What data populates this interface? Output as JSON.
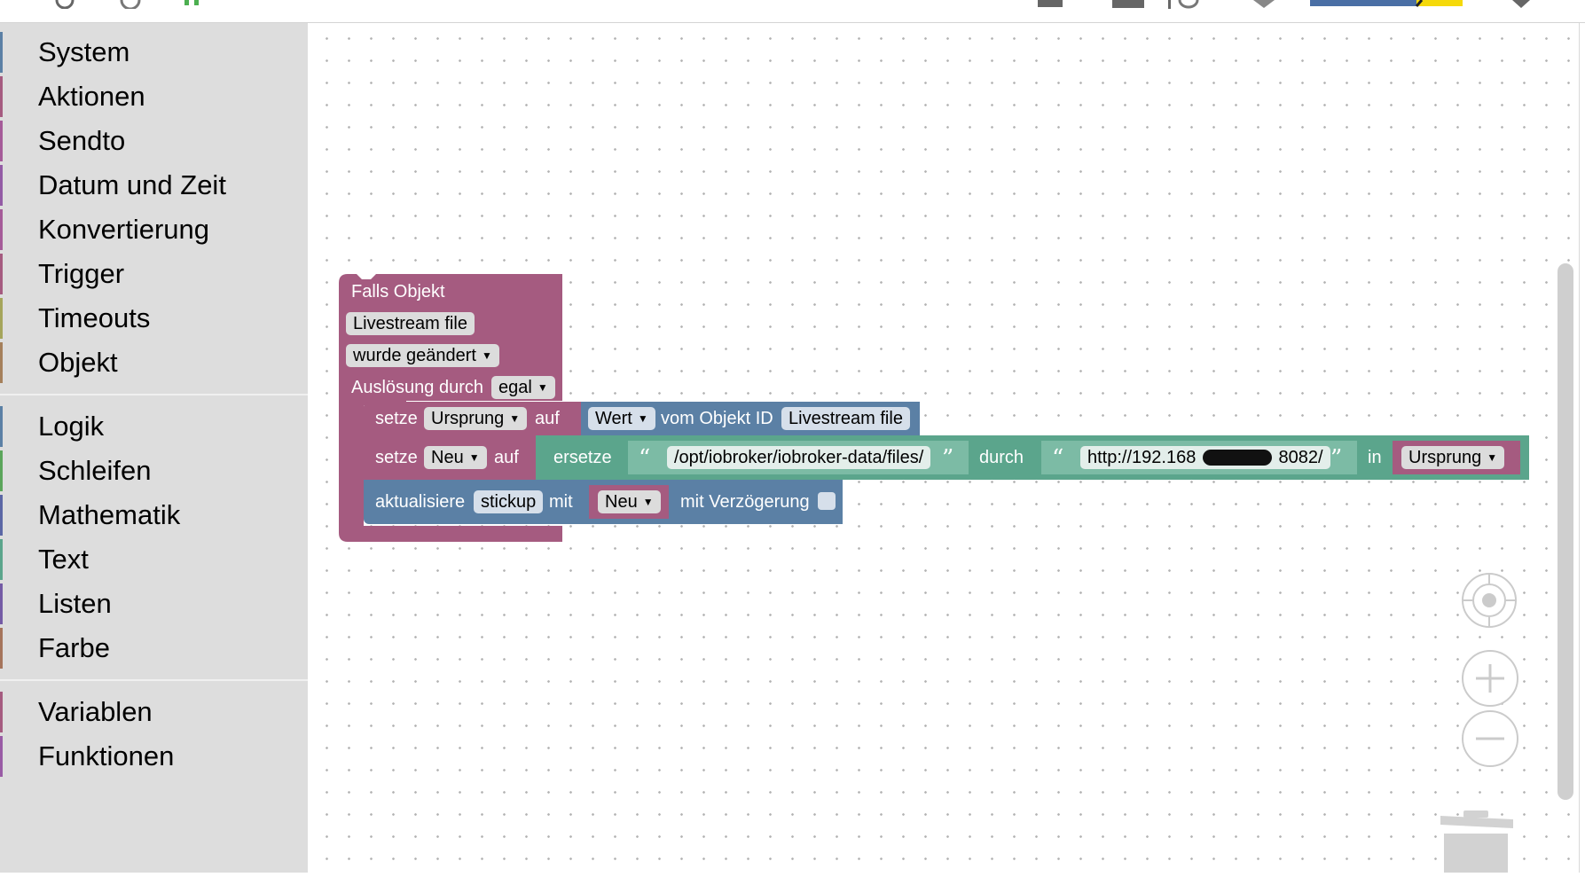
{
  "toolbox": {
    "group1": [
      "System",
      "Aktionen",
      "Sendto",
      "Datum und Zeit",
      "Konvertierung",
      "Trigger",
      "Timeouts",
      "Objekt"
    ],
    "group2": [
      "Logik",
      "Schleifen",
      "Mathematik",
      "Text",
      "Listen",
      "Farbe"
    ],
    "group3": [
      "Variablen",
      "Funktionen"
    ],
    "colors": {
      "System": "#5b80a5",
      "Aktionen": "#a55b80",
      "Sendto": "#a55b99",
      "Datum und Zeit": "#935ba5",
      "Konvertierung": "#a55b99",
      "Trigger": "#a55b80",
      "Timeouts": "#a5a55b",
      "Objekt": "#a5805b",
      "Logik": "#5b80a5",
      "Schleifen": "#5ba55b",
      "Mathematik": "#5b67a5",
      "Text": "#5ba58c",
      "Listen": "#745ba5",
      "Farbe": "#a5745b",
      "Variablen": "#a55b80",
      "Funktionen": "#995ba5"
    }
  },
  "blocks": {
    "trigger": {
      "title": "Falls Objekt",
      "object_id": "Livestream file",
      "condition": "wurde geändert",
      "trigger_label": "Auslösung durch",
      "trigger_value": "egal",
      "color": "#a55b80"
    },
    "set1": {
      "label": "setze",
      "variable": "Ursprung",
      "to": "auf",
      "value_field": "Wert",
      "of_object": "vom Objekt ID",
      "object_id": "Livestream file"
    },
    "set2": {
      "label": "setze",
      "variable": "Neu",
      "to": "auf",
      "replace_label": "ersetze",
      "search": "/opt/iobroker/iobroker-data/files/",
      "by_label": "durch",
      "replacement": "http://192.168",
      "replacement_end": "8082/",
      "in_label": "in",
      "in_variable": "Ursprung"
    },
    "update": {
      "label": "aktualisiere",
      "target": "stickup",
      "with": "mit",
      "variable": "Neu",
      "delay_label": "mit Verzögerung"
    },
    "quote_open": "“",
    "quote_close": "”",
    "colors": {
      "event": "#a55b80",
      "variable": "#a55b80",
      "object": "#5b80a5",
      "text": "#5ba58c"
    }
  },
  "controls": {
    "center_icon": "crosshair-icon",
    "zoom_in_icon": "plus-icon",
    "zoom_out_icon": "minus-icon",
    "trash_icon": "trash-icon"
  }
}
